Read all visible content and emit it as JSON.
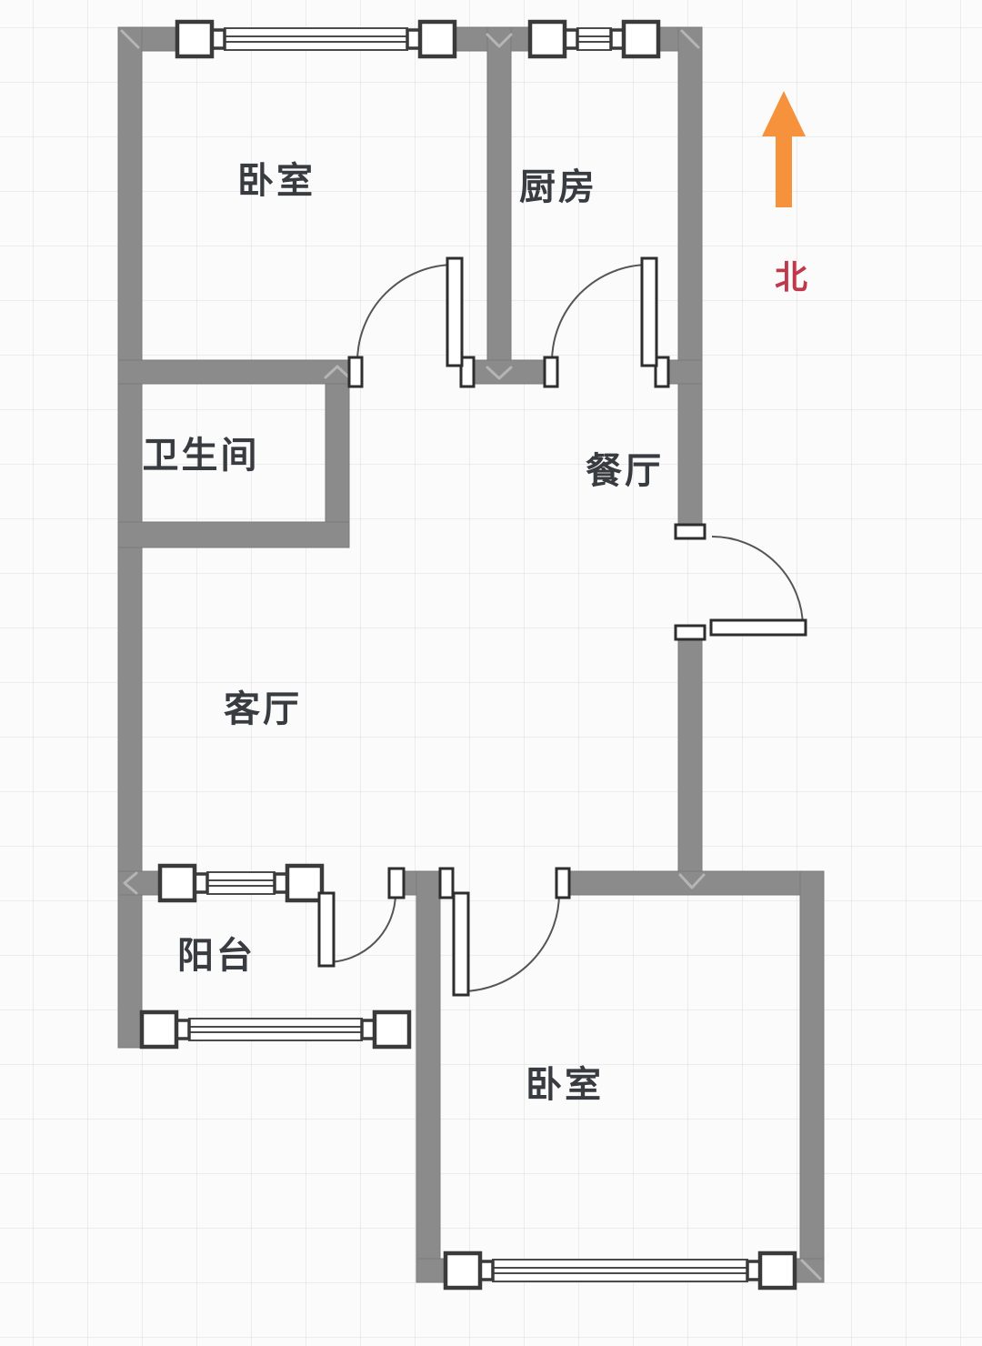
{
  "rooms": [
    {
      "name": "bedroom-north",
      "label": "卧室"
    },
    {
      "name": "kitchen",
      "label": "厨房"
    },
    {
      "name": "bathroom",
      "label": "卫生间"
    },
    {
      "name": "dining-room",
      "label": "餐厅"
    },
    {
      "name": "living-room",
      "label": "客厅"
    },
    {
      "name": "balcony",
      "label": "阳台"
    },
    {
      "name": "bedroom-south",
      "label": "卧室"
    }
  ],
  "compass": {
    "label": "北",
    "icon": "north-arrow-icon",
    "arrow_color": "#f5923b",
    "text_color": "#c0394b"
  },
  "colors": {
    "background": "#fbfbfb",
    "grid_line": "#e3e3e3",
    "wall": "#8b8b8b",
    "wall_edge": "#7b7b7b",
    "frame_line": "#3a3a3a",
    "door_line": "#555555",
    "label_text": "#383b40"
  }
}
